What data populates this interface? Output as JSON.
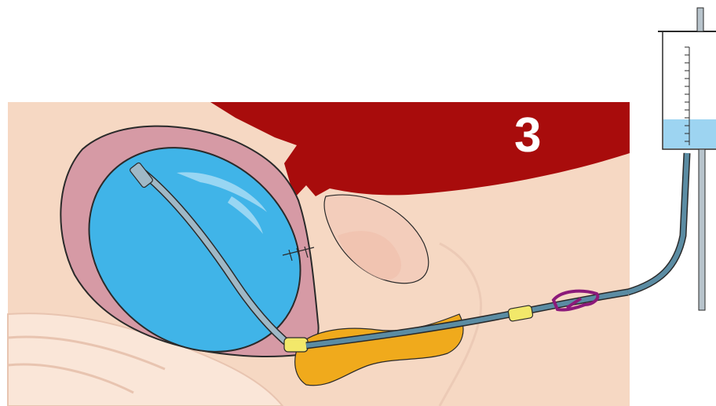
{
  "step_label": "3",
  "colors": {
    "background": "#ffffff",
    "skin": "#f6d8c3",
    "skin_light": "#fae6d8",
    "muscle": "#a80c0c",
    "uterus_wall": "#d69aa5",
    "uterus_outline": "#2a2a2a",
    "balloon": "#40b4e8",
    "balloon_highlight": "#a8dcf5",
    "catheter": "#9fb8c6",
    "tube": "#5b8ca3",
    "connector": "#f2e86a",
    "vaginal_pack": "#f0aa1c",
    "clamp": "#8c1a7a",
    "syringe_fluid": "#9dd4f1",
    "bleeding": "#b3121d"
  },
  "icons": [
    "balloon-tamponade",
    "syringe",
    "catheter-clamp"
  ]
}
